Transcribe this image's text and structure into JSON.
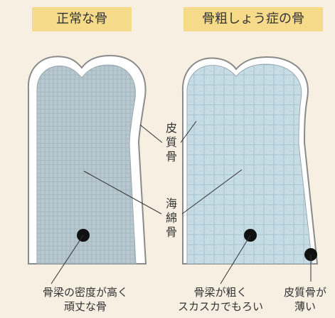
{
  "titles": {
    "normal": "正常な骨",
    "osteoporosis": "骨粗しょう症の骨"
  },
  "labels": {
    "cortical": [
      "皮",
      "質",
      "骨"
    ],
    "cancellous": [
      "海",
      "綿",
      "骨"
    ]
  },
  "captions": {
    "normal": [
      "骨梁の密度が高く",
      "頑丈な骨"
    ],
    "osteoporosis": [
      "骨梁が粗く",
      "スカスカでもろい"
    ],
    "thin_cortex": [
      "皮質骨が",
      "薄い"
    ]
  },
  "colors": {
    "background": "#f7efe2",
    "title_bg": "#f6dc8a",
    "bone_shell": "#ffffff",
    "bone_outline": "#8b8b8b",
    "dense_bone": "#b8c8cf",
    "porous_bone": "#c7dde6"
  }
}
